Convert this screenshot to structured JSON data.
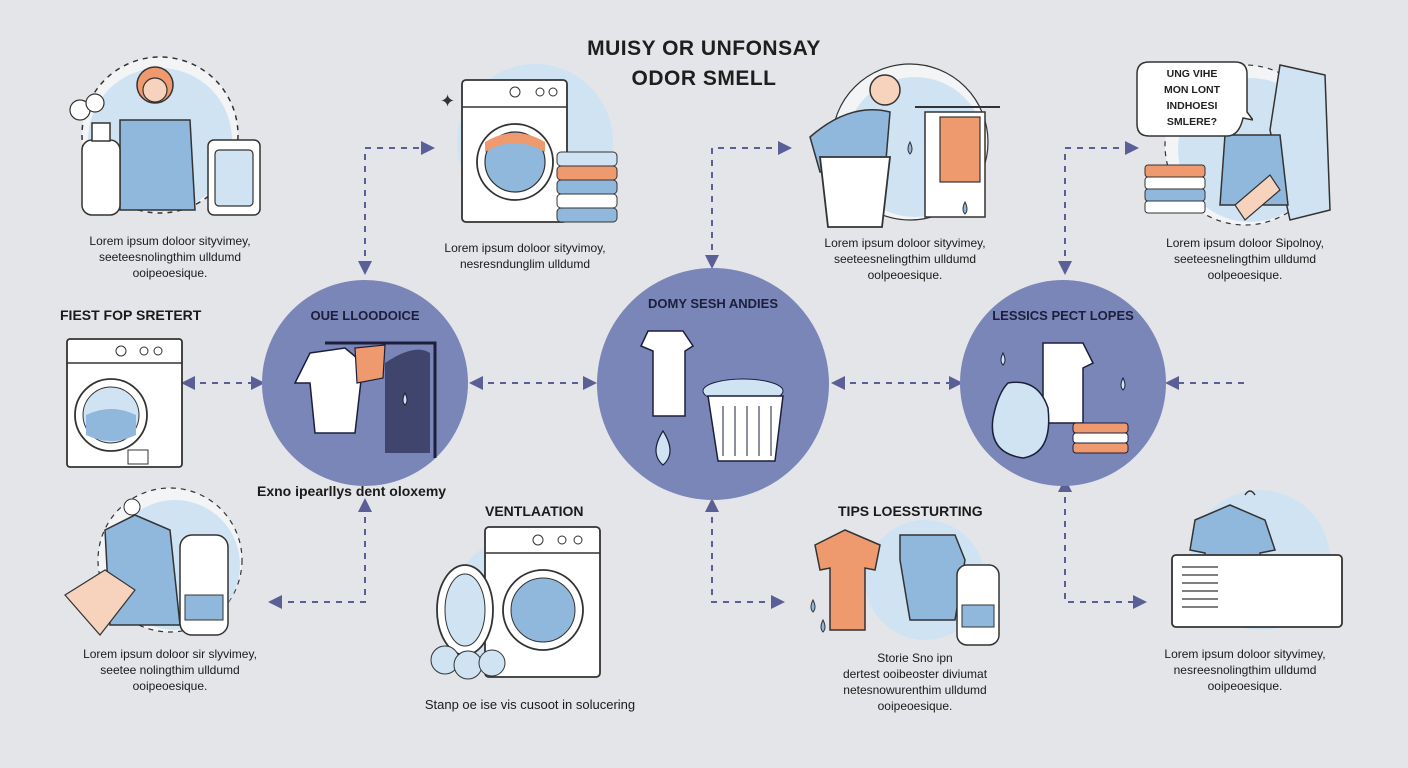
{
  "title": {
    "line1": "MUISY OR UNFONSAY",
    "line2": "ODOR  SMELL"
  },
  "captions": {
    "c1": [
      "Lorem ipsum doloor sityvimey,",
      "seeteesnolingthim ulldumd",
      "ooipeoesique."
    ],
    "c2": [
      "Lorem ipsum doloor sityvimoy,",
      "nesresndunglim ulldumd"
    ],
    "c3": [
      "Lorem ipsum doloor sityvimey,",
      "seeteesnelingthim ulldumd",
      "oolpeoesique."
    ],
    "c4": [
      "Lorem ipsum doloor Sipolnoy,",
      "seeteesnelingthim ulldumd",
      "oolpeoesique."
    ],
    "c5": [
      "Lorem ipsum doloor sir slyvimey,",
      "seetee nolingthim ulldumd",
      "ooipeoesique."
    ],
    "c6": [
      "Stanp oe ise vis cusoot in solucering"
    ],
    "c7": [
      "Storie Sno ipn",
      "dertest ooibeoster diviumat",
      "netesnowurenthim ulldumd",
      "ooipeoesique."
    ],
    "c8": [
      "Lorem ipsum doloor sityvimey,",
      "nesreesnolingthim ulldumd",
      "ooipeoesique."
    ]
  },
  "labels": {
    "first_step": "FIEST FOP SRETERT",
    "extra": "Exno ipearllys dent oloxemy",
    "ventilation": "VENTLAATION",
    "tips": "TIPS LOESSTURTING"
  },
  "circles": {
    "c1": "OUE LLOODOICE",
    "c2": "DOMY SESH ANDIES",
    "c3": "LESSICS PECT LOPES"
  },
  "speech_bubble": [
    "UNG VIHE",
    "MON LONT",
    "INDHOESI",
    "SMLERE?"
  ],
  "colors": {
    "background": "#e4e5e8",
    "circle": "#7b86b8",
    "light_blue": "#8fb8dc",
    "pale_blue": "#cfe3f3",
    "orange": "#ef9a6e",
    "connector": "#5a5f96"
  }
}
